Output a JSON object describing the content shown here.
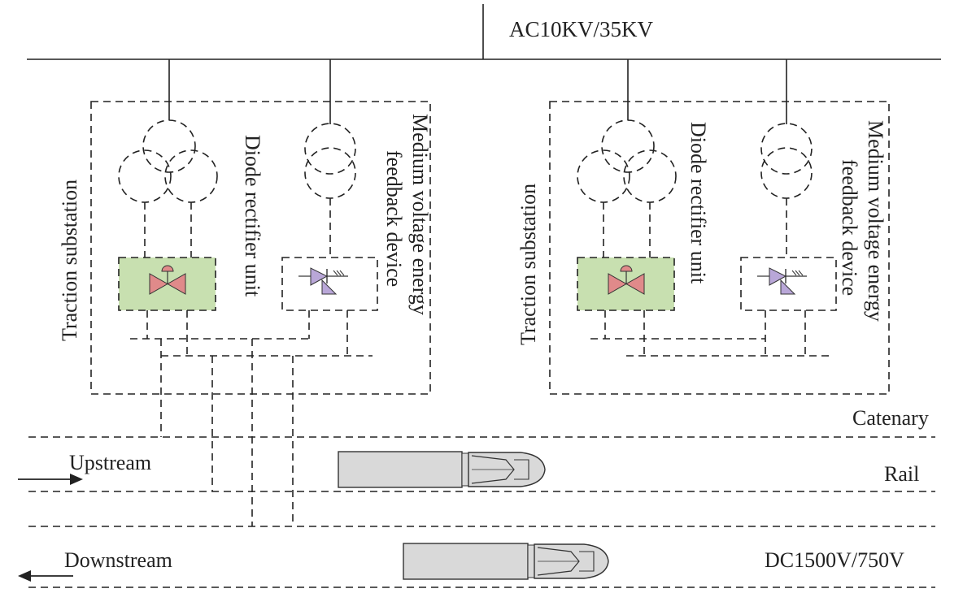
{
  "labels": {
    "ac_bus": "AC10KV/35KV",
    "catenary": "Catenary",
    "rail": "Rail",
    "dc_voltage": "DC1500V/750V",
    "upstream": "Upstream",
    "downstream": "Downstream"
  },
  "substations": [
    {
      "station_label": "Traction substation",
      "rectifier_label": "Diode rectifier unit",
      "feedback_label_line1": "Medium voltage energy",
      "feedback_label_line2": "feedback device"
    },
    {
      "station_label": "Traction substation",
      "rectifier_label": "Diode rectifier unit",
      "feedback_label_line1": "Medium voltage energy",
      "feedback_label_line2": "feedback device"
    }
  ],
  "colors": {
    "rectifier_fill": "#c8e0b0",
    "diode_symbol": "#e08a8a",
    "inverter_symbol": "#b9a7d8",
    "train_body": "#d9d9d9"
  }
}
